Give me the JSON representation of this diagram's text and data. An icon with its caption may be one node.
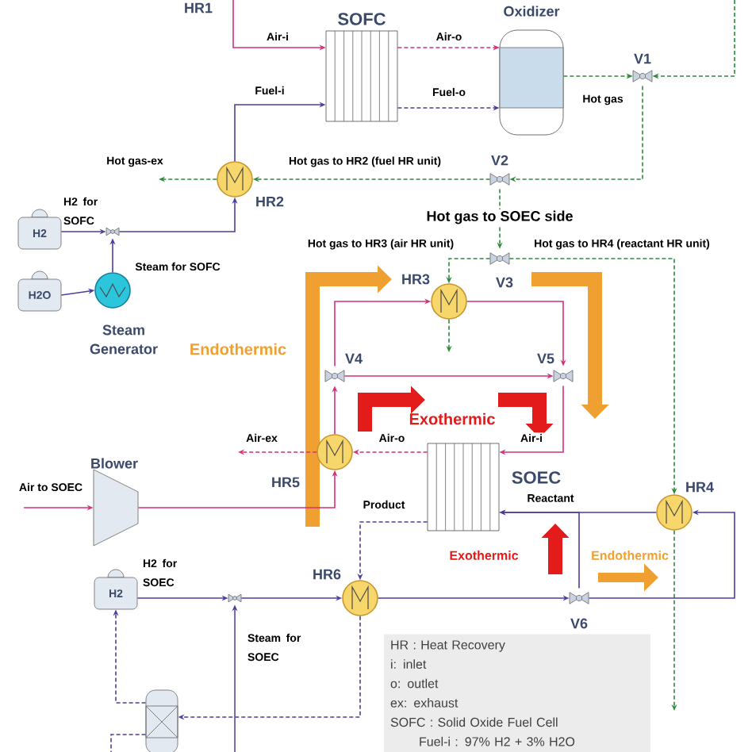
{
  "diagram": {
    "nodes": [
      {
        "text": [
          "SOFC"
        ]
      },
      {
        "text": [
          "Oxidizer"
        ]
      },
      {
        "text": [
          "V1"
        ]
      },
      {
        "text": [
          "HR2"
        ]
      },
      {
        "text": [
          "V2"
        ]
      },
      {
        "text": [
          "H2"
        ],
        "beside": [
          "H2 for SOFC"
        ]
      },
      {
        "text": [],
        "shape": "valve"
      },
      {
        "text": [
          "H2O"
        ]
      },
      {
        "text": [
          "Steam Generator"
        ]
      },
      {
        "text": [
          "V3"
        ]
      },
      {
        "text": [
          "HR3"
        ]
      },
      {
        "text": [
          "V4"
        ]
      },
      {
        "text": [
          "V5"
        ]
      },
      {
        "text": [
          "HR5"
        ]
      },
      {
        "text": [
          "SOEC"
        ]
      },
      {
        "text": [
          "Blower"
        ]
      },
      {
        "text": [
          "HR4"
        ]
      },
      {
        "text": [
          "H2"
        ],
        "beside": [
          "H2 for SOEC"
        ]
      },
      {
        "text": [],
        "shape": "valve"
      },
      {
        "text": [
          "HR6"
        ]
      },
      {
        "text": [
          "V6"
        ]
      },
      {
        "text": [],
        "shape": "column"
      },
      {
        "text": [
          "HR : Heat Recovery",
          "i: inlet",
          "o: outlet",
          "ex: exhaust",
          "SOFC : Solid Oxide Fuel Cell",
          "Fuel-i : 97% H2 + 3% H2O"
        ]
      }
    ],
    "edges": [
      {
        "from": null,
        "to": 0,
        "arrow": "to",
        "label": "Air-i",
        "color": "#d4307a"
      },
      {
        "from": 3,
        "to": 0,
        "arrow": "to",
        "label": "Fuel-i"
      },
      {
        "from": 0,
        "to": 1,
        "arrow": "to",
        "label": "Air-o",
        "style": "dashed",
        "color": "#d4307a"
      },
      {
        "from": 0,
        "to": 1,
        "arrow": "to",
        "label": "Fuel-o",
        "style": "dashed"
      },
      {
        "from": 1,
        "to": 2,
        "arrow": "to",
        "label": "Hot gas",
        "style": "dashed",
        "color": "#2e8b3a"
      },
      {
        "from": null,
        "to": 2,
        "arrow": "to",
        "style": "dashed",
        "color": "#2e8b3a"
      },
      {
        "from": 2,
        "to": 4,
        "arrow": "to",
        "style": "dashed",
        "color": "#2e8b3a"
      },
      {
        "from": 4,
        "to": 3,
        "arrow": "to",
        "label": "Hot gas to HR2 (fuel HR unit)",
        "style": "dashed",
        "color": "#2e8b3a"
      },
      {
        "from": 3,
        "to": null,
        "arrow": "to",
        "label": "Hot gas-ex",
        "style": "dashed",
        "color": "#2e8b3a"
      },
      {
        "from": 4,
        "to": 9,
        "arrow": "to",
        "label": "Hot gas to SOEC side",
        "style": "dashed",
        "color": "#2e8b3a"
      },
      {
        "from": 9,
        "to": 10,
        "arrow": "to",
        "label": "Hot gas to HR3 (air HR unit)",
        "style": "dashed",
        "color": "#2e8b3a"
      },
      {
        "from": 9,
        "to": 16,
        "arrow": "to",
        "label": "Hot gas to HR4 (reactant HR unit)",
        "style": "dashed",
        "color": "#2e8b3a"
      },
      {
        "from": 16,
        "to": null,
        "arrow": "to",
        "style": "dashed",
        "color": "#2e8b3a"
      },
      {
        "from": 10,
        "to": null,
        "arrow": "to",
        "style": "dashed",
        "color": "#2e8b3a"
      },
      {
        "from": 5,
        "to": 6,
        "arrow": "to"
      },
      {
        "from": 8,
        "to": 6,
        "arrow": "to",
        "label": "Steam for SOFC"
      },
      {
        "from": 6,
        "to": 3,
        "arrow": "to"
      },
      {
        "from": 7,
        "to": 8,
        "arrow": "to"
      },
      {
        "from": 13,
        "to": 11,
        "arrow": "to",
        "color": "#d4307a"
      },
      {
        "from": 11,
        "to": 10,
        "arrow": "to",
        "color": "#d4307a"
      },
      {
        "from": 11,
        "to": 12,
        "arrow": "to",
        "color": "#d4307a"
      },
      {
        "from": 10,
        "to": 12,
        "arrow": "to",
        "color": "#d4307a"
      },
      {
        "from": 12,
        "to": 14,
        "arrow": "to",
        "label": "Air-i",
        "color": "#d4307a"
      },
      {
        "from": 14,
        "to": 13,
        "arrow": "to",
        "label": "Air-o",
        "style": "dashed",
        "color": "#d4307a"
      },
      {
        "from": 13,
        "to": null,
        "arrow": "to",
        "label": "Air-ex",
        "style": "dashed",
        "color": "#d4307a"
      },
      {
        "from": null,
        "to": 15,
        "arrow": "to",
        "label": "Air to SOEC",
        "color": "#d4307a"
      },
      {
        "from": 15,
        "to": 13,
        "arrow": "to",
        "color": "#d4307a"
      },
      {
        "from": 14,
        "to": 19,
        "arrow": "to",
        "label": "Product",
        "style": "dashed"
      },
      {
        "from": 16,
        "to": 14,
        "arrow": "to",
        "label": "Reactant"
      },
      {
        "from": 17,
        "to": 18,
        "arrow": "to"
      },
      {
        "from": 18,
        "to": 19,
        "arrow": "to"
      },
      {
        "from": 19,
        "to": 20,
        "arrow": "to"
      },
      {
        "from": 20,
        "to": 14,
        "arrow": "to"
      },
      {
        "from": 20,
        "to": 16,
        "arrow": "to"
      },
      {
        "from": 19,
        "to": 21,
        "arrow": "to",
        "style": "dashed"
      },
      {
        "from": 21,
        "to": 17,
        "arrow": "to",
        "style": "dashed"
      },
      {
        "from": null,
        "to": 18,
        "arrow": "to",
        "label": "Steam for SOEC"
      },
      {
        "from": 21,
        "to": null,
        "arrow": "none",
        "style": "dashed"
      }
    ],
    "labels": [
      "HR1",
      "Endothermic",
      "Exothermic",
      "Exothermic",
      "Endothermic"
    ]
  }
}
